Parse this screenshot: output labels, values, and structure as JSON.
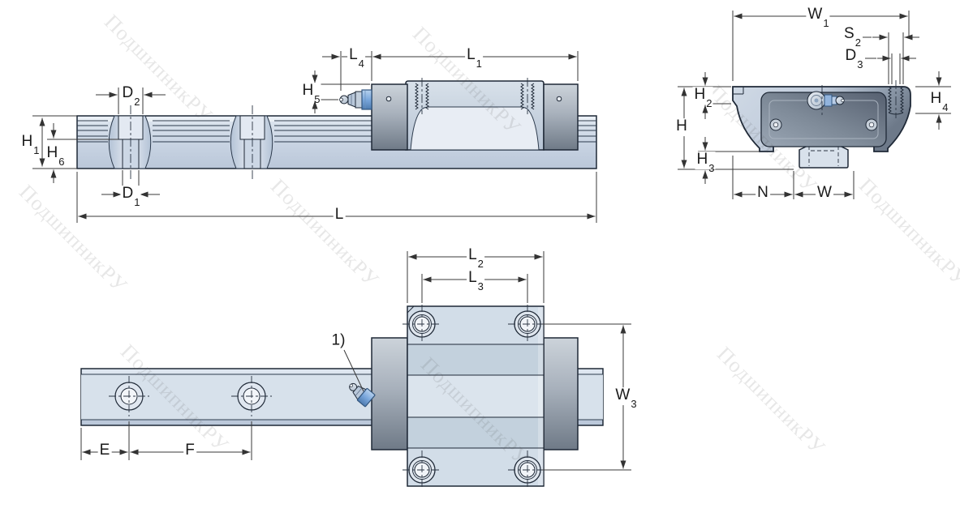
{
  "drawing": {
    "subject": "profile rail guide with carriage - dimensional drawing",
    "views": [
      "side-view",
      "cross-section-view",
      "top-view"
    ]
  },
  "watermark": {
    "text": "ПодшипникРУ"
  },
  "note": {
    "label": "1)"
  },
  "colors": {
    "outline": "#1f2937",
    "dimension_line": "#3a3a3a",
    "steel_light": "#d5dee9",
    "steel_mid": "#c3cedd",
    "steel_dark": "#6d7989",
    "nipple_blue": "#8fb4e0",
    "background": "#ffffff"
  },
  "dimensions": {
    "d2": {
      "base": "D",
      "sub": "2"
    },
    "d1": {
      "base": "D",
      "sub": "1"
    },
    "h1": {
      "base": "H",
      "sub": "1"
    },
    "h6": {
      "base": "H",
      "sub": "6"
    },
    "l": {
      "base": "L",
      "sub": ""
    },
    "l4": {
      "base": "L",
      "sub": "4"
    },
    "l1": {
      "base": "L",
      "sub": "1"
    },
    "h5": {
      "base": "H",
      "sub": "5"
    },
    "w1": {
      "base": "W",
      "sub": "1"
    },
    "s2": {
      "base": "S",
      "sub": "2"
    },
    "d3": {
      "base": "D",
      "sub": "3"
    },
    "h2": {
      "base": "H",
      "sub": "2"
    },
    "h4": {
      "base": "H",
      "sub": "4"
    },
    "h": {
      "base": "H",
      "sub": ""
    },
    "h3": {
      "base": "H",
      "sub": "3"
    },
    "n": {
      "base": "N",
      "sub": ""
    },
    "w": {
      "base": "W",
      "sub": ""
    },
    "l2": {
      "base": "L",
      "sub": "2"
    },
    "l3": {
      "base": "L",
      "sub": "3"
    },
    "w3": {
      "base": "W",
      "sub": "3"
    },
    "e": {
      "base": "E",
      "sub": ""
    },
    "f": {
      "base": "F",
      "sub": ""
    }
  }
}
